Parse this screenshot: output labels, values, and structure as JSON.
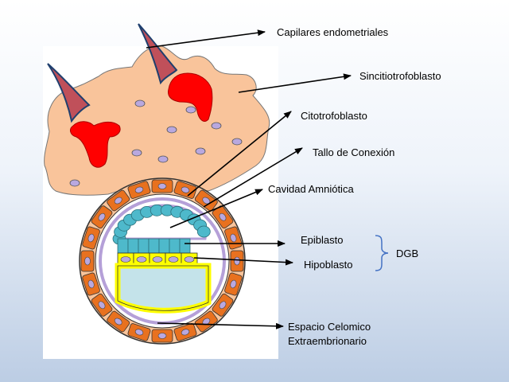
{
  "labels": {
    "capilares": "Capilares endometriales",
    "sincitio": "Sincitiotrofoblasto",
    "citotrofo": "Citotrofoblasto",
    "tallo": "Tallo de Conexión",
    "cavidad": "Cavidad Amniótica",
    "epiblasto": "Epiblasto",
    "hipoblasto": "Hipoblasto",
    "dgb": "DGB",
    "espacio_1": "Espacio Celomico",
    "espacio_2": "Extraembrionario"
  },
  "colors": {
    "sincitio": "#f9c49b",
    "capilar_sangre": "#ff0000",
    "capilar_punta": "#c0505a",
    "citotrofo_celula": "#e8711f",
    "nucleo": "#b9a8df",
    "amnios": "#4eb9cb",
    "epiblasto": "#4eb9cb",
    "hipoblasto": "#ffff00",
    "saco_vitelino": "#c4e3ea",
    "mesodermo": "#b5a0d8"
  }
}
